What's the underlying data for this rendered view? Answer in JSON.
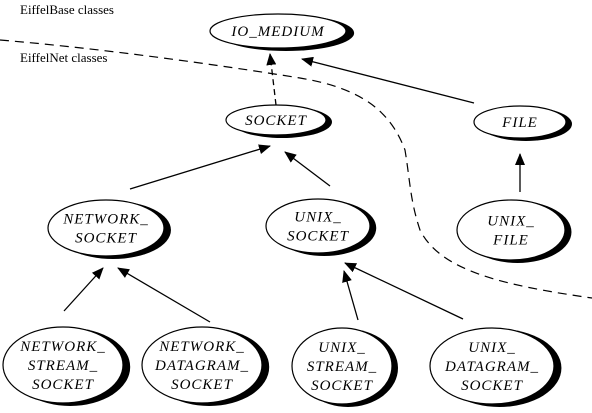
{
  "regions": {
    "base": "EiffelBase classes",
    "net": "EiffelNet classes"
  },
  "nodes": {
    "io_medium": [
      "IO_MEDIUM"
    ],
    "socket": [
      "SOCKET"
    ],
    "file": [
      "FILE"
    ],
    "network_socket": [
      "NETWORK_",
      "SOCKET"
    ],
    "unix_socket": [
      "UNIX_",
      "SOCKET"
    ],
    "unix_file": [
      "UNIX_",
      "FILE"
    ],
    "network_stream_socket": [
      "NETWORK_",
      "STREAM_",
      "SOCKET"
    ],
    "network_datagram_socket": [
      "NETWORK_",
      "DATAGRAM_",
      "SOCKET"
    ],
    "unix_stream_socket": [
      "UNIX_",
      "STREAM_",
      "SOCKET"
    ],
    "unix_datagram_socket": [
      "UNIX_",
      "DATAGRAM_",
      "SOCKET"
    ]
  },
  "edges": [
    {
      "from": "socket",
      "to": "io_medium"
    },
    {
      "from": "file",
      "to": "io_medium"
    },
    {
      "from": "network_socket",
      "to": "socket"
    },
    {
      "from": "unix_socket",
      "to": "socket"
    },
    {
      "from": "unix_file",
      "to": "file"
    },
    {
      "from": "network_stream_socket",
      "to": "network_socket"
    },
    {
      "from": "network_datagram_socket",
      "to": "network_socket"
    },
    {
      "from": "unix_stream_socket",
      "to": "unix_socket"
    },
    {
      "from": "unix_datagram_socket",
      "to": "unix_socket"
    }
  ]
}
